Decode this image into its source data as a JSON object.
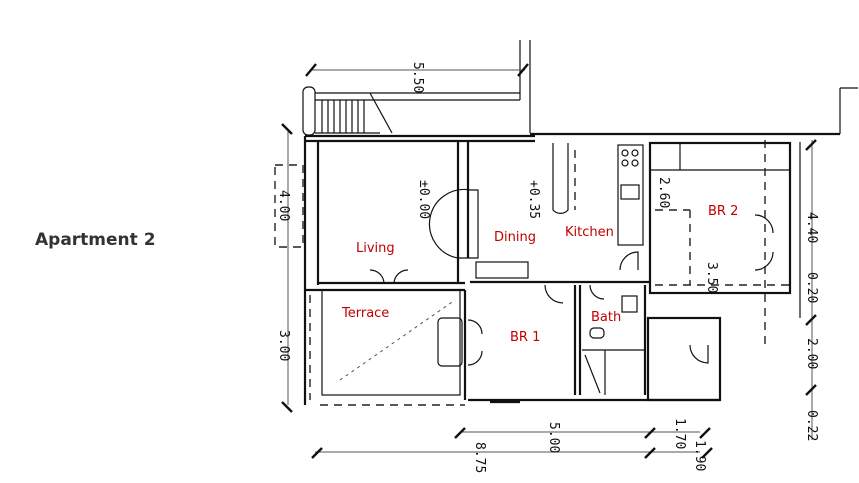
{
  "title": "Apartment 2",
  "rooms": {
    "living": "Living",
    "dining": "Dining",
    "kitchen": "Kitchen",
    "br2": "BR 2",
    "terrace": "Terrace",
    "br1": "BR 1",
    "bath": "Bath"
  },
  "levels": {
    "living": "±0.00",
    "dining": "+0.35"
  },
  "dimensions": {
    "top": "5.50",
    "left_upper": "4.00",
    "left_lower": "3.00",
    "kitchen_width": "2.60",
    "br2_width": "3.50",
    "right_1": "4.40",
    "right_2": "0.20",
    "right_3": "2.00",
    "right_4": "0.22",
    "bottom_1": "5.00",
    "bottom_2": "8.75",
    "bottom_3": "1.70",
    "bottom_4": "1.90"
  },
  "colors": {
    "room_label": "#c00000",
    "title": "#333333"
  }
}
